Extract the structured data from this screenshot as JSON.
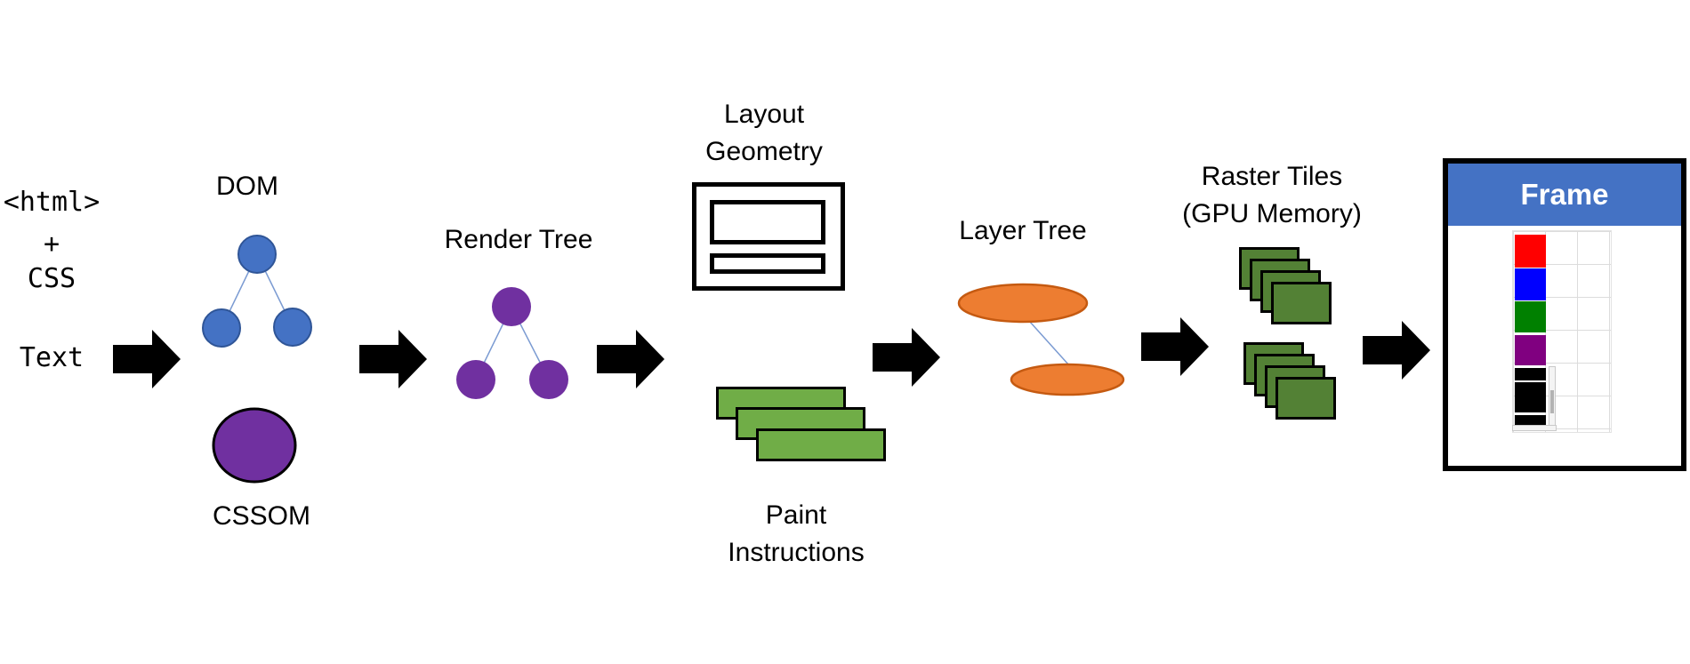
{
  "pipeline": {
    "input": {
      "line1": "<html>",
      "line2": "+",
      "line3": "CSS",
      "line4": "Text"
    },
    "dom_label": "DOM",
    "cssom_label": "CSSOM",
    "render_tree_label": "Render Tree",
    "layout_label_line1": "Layout",
    "layout_label_line2": "Geometry",
    "paint_label_line1": "Paint",
    "paint_label_line2": "Instructions",
    "layer_tree_label": "Layer Tree",
    "raster_label_line1": "Raster Tiles",
    "raster_label_line2": "(GPU Memory)",
    "frame_label": "Frame"
  },
  "colors": {
    "arrow": "#000000",
    "dom_node_fill": "#4472C4",
    "dom_node_stroke": "#2F5597",
    "tree_connector": "#7B9BD2",
    "purple_node": "#7030A0",
    "node_outline": "#000000",
    "paint_green": "#70AD47",
    "tile_green": "#538135",
    "layer_orange_fill": "#ED7D31",
    "layer_orange_stroke": "#C55A11",
    "frame_header_blue": "#4472C4",
    "frame_border": "#000000"
  },
  "frame_pixels": {
    "swatches": [
      {
        "name": "red",
        "color": "#FF0000"
      },
      {
        "name": "blue",
        "color": "#0000FF"
      },
      {
        "name": "green",
        "color": "#008000"
      },
      {
        "name": "purple",
        "color": "#800080"
      },
      {
        "name": "black-thin",
        "color": "#000000"
      },
      {
        "name": "black-large",
        "color": "#000000"
      },
      {
        "name": "black-thin-2",
        "color": "#000000"
      }
    ]
  }
}
